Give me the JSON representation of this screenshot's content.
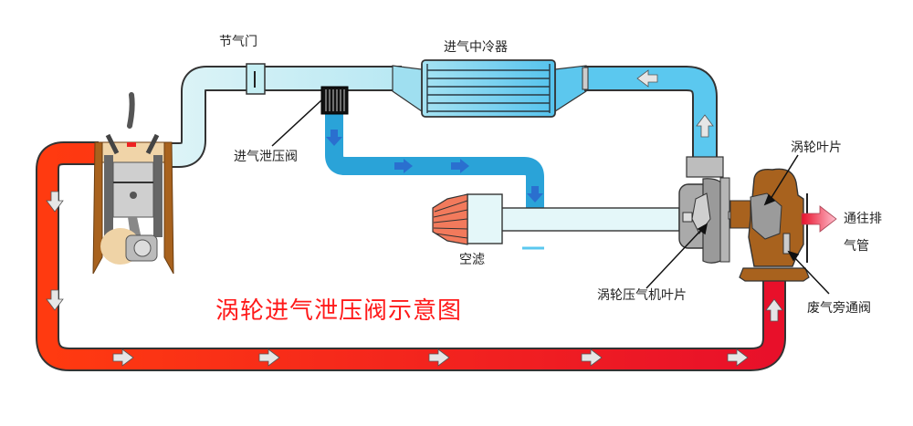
{
  "diagram": {
    "title": "涡轮进气泄压阀示意图",
    "labels": {
      "throttle": "节气门",
      "intercooler": "进气中冷器",
      "blow_off_valve": "进气泄压阀",
      "air_filter": "空滤",
      "turbine_blade": "涡轮叶片",
      "to_exhaust_line1": "通往排",
      "to_exhaust_line2": "气管",
      "compressor_blade": "涡轮压气机叶片",
      "wastegate": "废气旁通阀"
    },
    "colors": {
      "intake_light": "#c9eef4",
      "intake_pressurized": "#5bc8ef",
      "bypass_flow": "#2aa3d8",
      "exhaust_start": "#ff3a10",
      "exhaust_end": "#e8102a",
      "turbo_housing": "#a8621e",
      "compressor_housing": "#a9a9a9",
      "air_filter": "#f27a5c",
      "title": "#ff1a1a",
      "arrow_fill": "#e6e6e6",
      "bypass_arrow": "#2a6fcf"
    }
  }
}
